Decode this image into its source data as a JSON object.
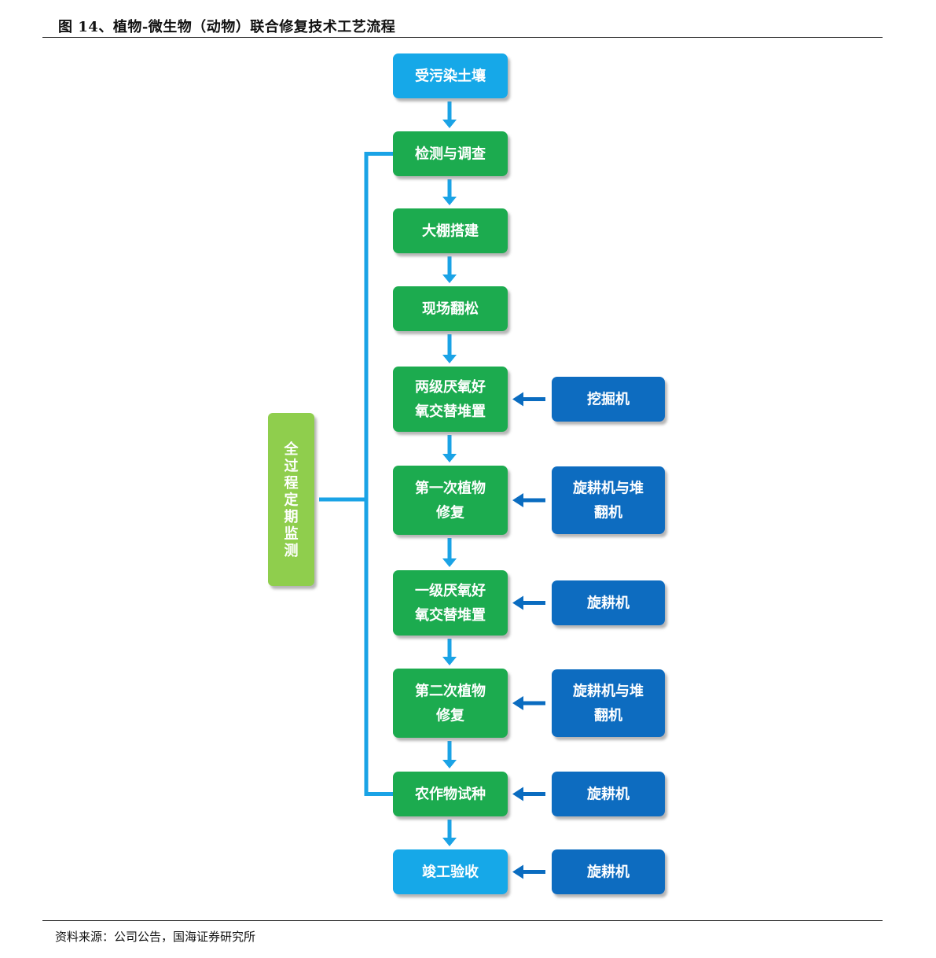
{
  "figure_title": "图 14、植物-微生物（动物）联合修复技术工艺流程",
  "source_note": "资料来源：公司公告，国海证券研究所",
  "colors": {
    "main_green": "#1bab4f",
    "light_blue": "#14a8e8",
    "equip_blue": "#0a6cc0",
    "monitor_green": "#8fce4e",
    "connector_blue": "#1aa3e6",
    "arrow_blue": "#0a6cc0"
  },
  "monitor_box": {
    "label": "全过程定期监测"
  },
  "steps": [
    {
      "lines": [
        "受污染土壤"
      ],
      "style": "light_blue",
      "equipment": null
    },
    {
      "lines": [
        "检测与调查"
      ],
      "style": "main_green",
      "equipment": null
    },
    {
      "lines": [
        "大棚搭建"
      ],
      "style": "main_green",
      "equipment": null
    },
    {
      "lines": [
        "现场翻松"
      ],
      "style": "main_green",
      "equipment": null
    },
    {
      "lines": [
        "两级厌氧好",
        "氧交替堆置"
      ],
      "style": "main_green",
      "equipment": [
        "挖掘机"
      ]
    },
    {
      "lines": [
        "第一次植物",
        "修复"
      ],
      "style": "main_green",
      "equipment": [
        "旋耕机与堆",
        "翻机"
      ]
    },
    {
      "lines": [
        "一级厌氧好",
        "氧交替堆置"
      ],
      "style": "main_green",
      "equipment": [
        "旋耕机"
      ]
    },
    {
      "lines": [
        "第二次植物",
        "修复"
      ],
      "style": "main_green",
      "equipment": [
        "旋耕机与堆",
        "翻机"
      ]
    },
    {
      "lines": [
        "农作物试种"
      ],
      "style": "main_green",
      "equipment": [
        "旋耕机"
      ]
    },
    {
      "lines": [
        "竣工验收"
      ],
      "style": "light_blue",
      "equipment": [
        "旋耕机"
      ]
    }
  ]
}
